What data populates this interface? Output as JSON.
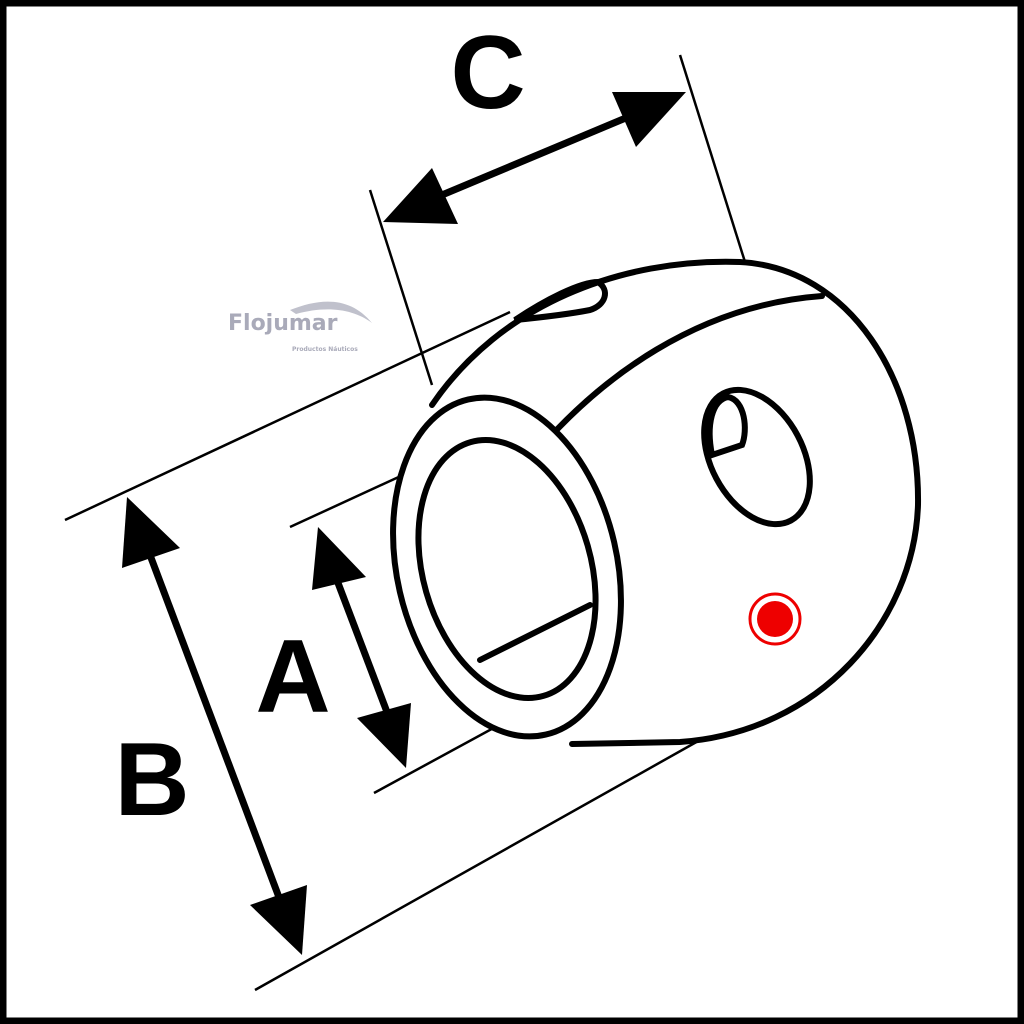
{
  "labels": {
    "c": "C",
    "a": "A",
    "b": "B"
  },
  "logo": {
    "name": "Flojumar",
    "tagline": "Productos Náuticos"
  },
  "colors": {
    "line": "#000000",
    "marker": "#ee0000",
    "logo": "#a9aab9"
  }
}
